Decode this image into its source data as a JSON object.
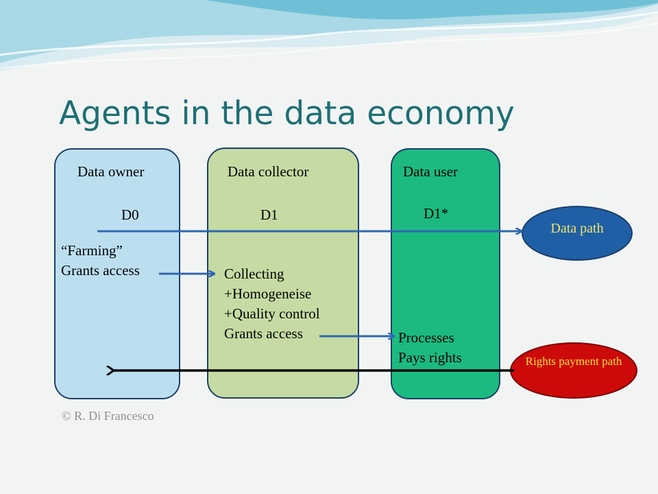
{
  "slide": {
    "title": "Agents in the data economy",
    "copyright": "© R. Di Francesco"
  },
  "columns": {
    "owner": {
      "header": "Data owner",
      "dataset": "D0",
      "lines": [
        "“Farming”",
        "Grants access"
      ]
    },
    "collector": {
      "header": "Data collector",
      "dataset": "D1",
      "lines": [
        "Collecting",
        "+Homogeneise",
        "+Quality control",
        "Grants access"
      ]
    },
    "user": {
      "header": "Data user",
      "dataset": "D1*",
      "lines": [
        "Processes",
        "Pays rights"
      ]
    }
  },
  "legend": {
    "data_path": "Data path",
    "rights_path": "Rights payment path"
  },
  "colors": {
    "title": "#1e6f74",
    "owner_fill": "#bcdff0",
    "collector_fill": "#c5dba3",
    "user_fill": "#1cba80",
    "data_path_fill": "#1f5fa6",
    "rights_fill": "#cc0a0a",
    "arrow_blue": "#2f67b0",
    "arrow_black": "#000000"
  }
}
